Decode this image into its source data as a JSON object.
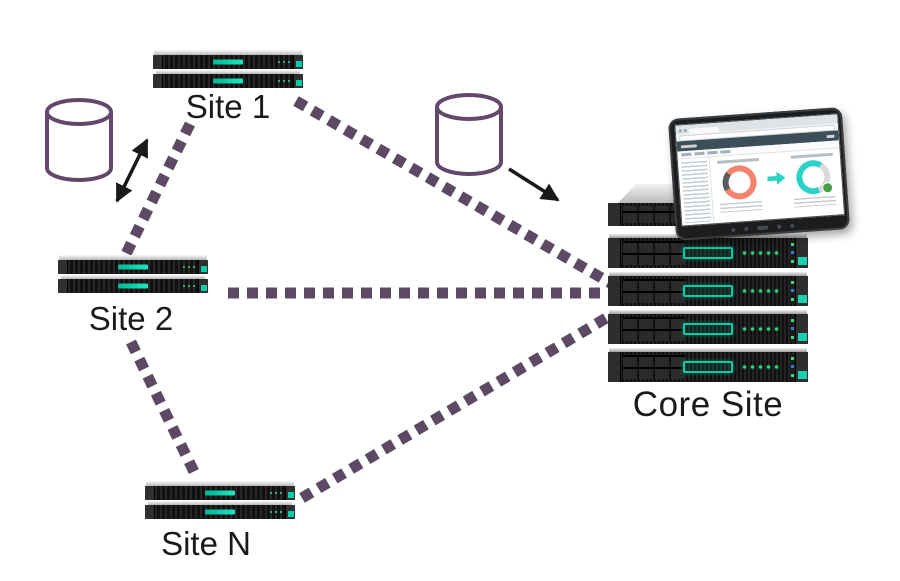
{
  "sites": [
    {
      "id": "site-1",
      "label": "Site 1"
    },
    {
      "id": "site-2",
      "label": "Site 2"
    },
    {
      "id": "site-n",
      "label": "Site N"
    },
    {
      "id": "core-site",
      "label": "Core Site"
    }
  ],
  "icons": {
    "database": "database-cylinder-icon",
    "sync_arrow": "double-headed-arrow-icon",
    "replicate_arrow": "right-down-arrow-icon",
    "site_server": "2u-rack-server-icon",
    "core_stack": "rack-server-stack-icon",
    "tablet": "tablet-dashboard-icon"
  },
  "colors": {
    "purple": "#5d4964",
    "cylinder": "#63486b",
    "ink": "#1a1a1a",
    "green": "#00cfa8",
    "teal": "#2ad2c9",
    "coral": "#f5826e",
    "slate": "#3c4e5a",
    "badge": "#43a047",
    "bg": "#ffffff"
  }
}
